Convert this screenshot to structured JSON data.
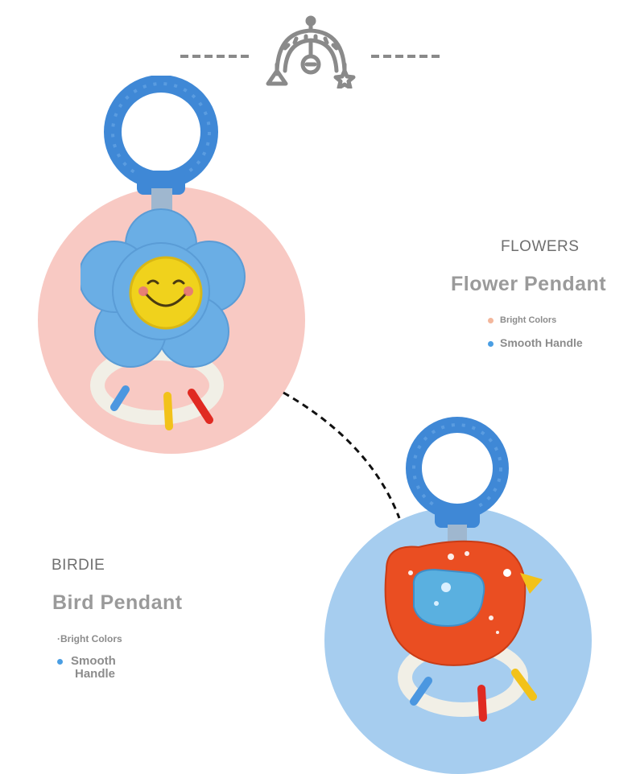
{
  "colors": {
    "flower_circle": "#f8c9c3",
    "bird_circle": "#a6cdef",
    "ring_blue": "#3f88d6",
    "flower_petal": "#6aaee5",
    "bird_body": "#ea4e22",
    "dot_peach": "#f3b79c",
    "dot_blue": "#4a9ee3"
  },
  "header": {
    "icon": "baby-mobile-icon"
  },
  "flower": {
    "eyebrow": "FLOWERS",
    "title": "Flower Pendant",
    "features": [
      "Bright Colors",
      "Smooth Handle"
    ]
  },
  "bird": {
    "eyebrow": "BIRDIE",
    "title": "Bird Pendant",
    "feature_1": "·Bright Colors",
    "feature_2_line1": "Smooth",
    "feature_2_line2": "Handle"
  }
}
